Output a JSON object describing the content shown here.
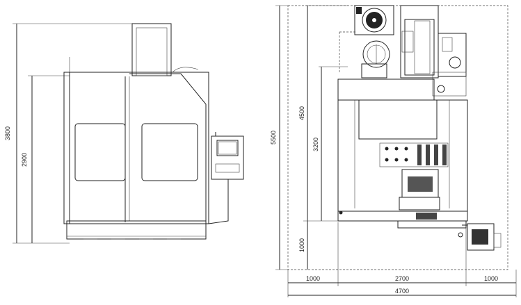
{
  "side_view": {
    "height_overall": "3800",
    "height_body": "2900"
  },
  "front_view": {
    "height_overall": "5500",
    "height_column": "4500",
    "height_table": "3200",
    "height_clearance": "1000",
    "width_left": "1000",
    "width_center": "2700",
    "width_right": "1000",
    "width_total": "4700"
  }
}
